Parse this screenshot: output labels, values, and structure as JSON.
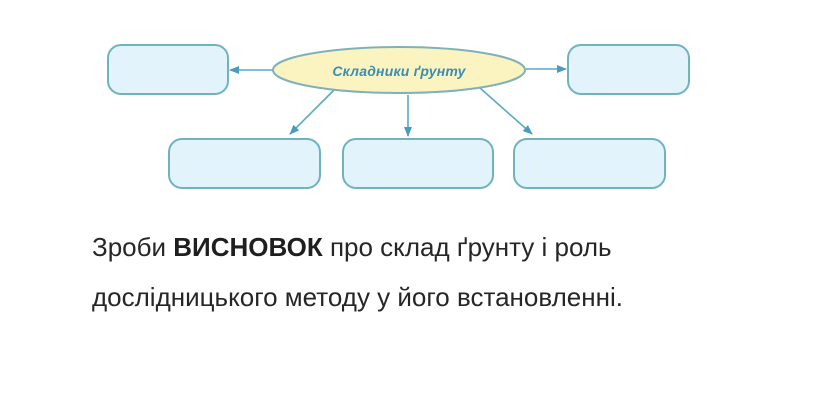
{
  "diagram": {
    "center_label": "Складники ґрунту",
    "boxes": [
      {
        "id": "top-left",
        "text": ""
      },
      {
        "id": "top-right",
        "text": ""
      },
      {
        "id": "bottom-left",
        "text": ""
      },
      {
        "id": "bottom-middle",
        "text": ""
      },
      {
        "id": "bottom-right",
        "text": ""
      }
    ],
    "colors": {
      "ellipse_fill": "#fbf3c0",
      "ellipse_stroke": "#7fb2b8",
      "box_fill": "#e2f3fc",
      "box_stroke": "#6fb3bf",
      "arrow": "#5aa9c4",
      "label": "#3a8db5"
    }
  },
  "task": {
    "prefix": "Зроби ",
    "bold": "ВИСНОВОК",
    "suffix": " про склад ґрунту і роль дослідницького методу у його встановленні."
  }
}
